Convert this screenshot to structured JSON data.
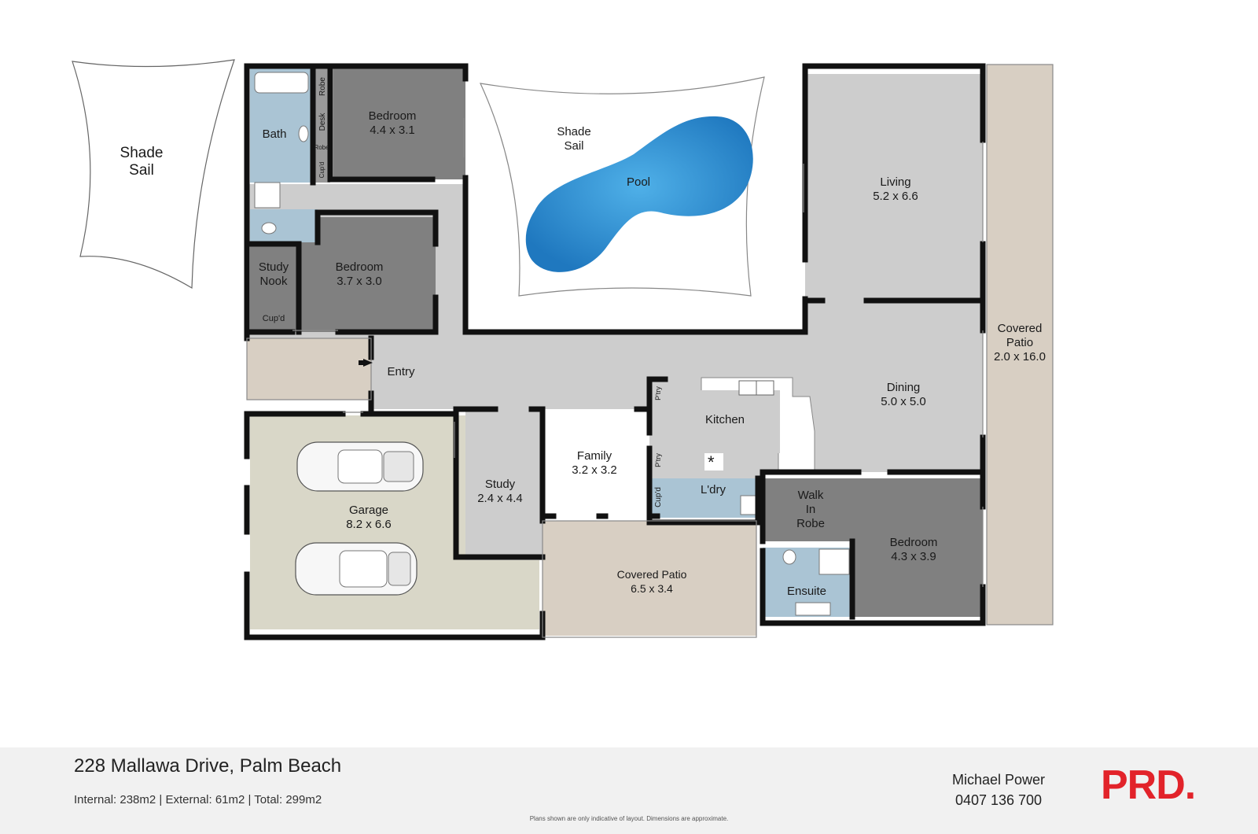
{
  "colors": {
    "wall": "#111111",
    "bedroom": "#808080",
    "living": "#cdcdcd",
    "wet": "#aac4d4",
    "garage": "#d9d7c8",
    "patio": "#d8cfc3",
    "pool": "#2e8fd0",
    "brand": "#e2232a"
  },
  "rooms": {
    "shade_sail_left": "Shade\nSail",
    "shade_sail_pool": "Shade\nSail",
    "pool": "Pool",
    "bath": "Bath",
    "robe_top": "Robe",
    "desk": "Desk",
    "robe_small": "Robe",
    "cupd_top": "Cup'd",
    "bedroom1": {
      "name": "Bedroom",
      "size": "4.4 x 3.1"
    },
    "bedroom2": {
      "name": "Bedroom",
      "size": "3.7 x 3.0"
    },
    "study_nook": "Study\nNook",
    "cupd_nook": "Cup'd",
    "entry": "Entry",
    "living": {
      "name": "Living",
      "size": "5.2 x 6.6"
    },
    "covered_patio_side": {
      "name": "Covered\nPatio",
      "size": "2.0 x 16.0"
    },
    "dining": {
      "name": "Dining",
      "size": "5.0 x 5.0"
    },
    "kitchen": "Kitchen",
    "ptry_top": "P'try",
    "ptry_bottom": "P'try",
    "family": {
      "name": "Family",
      "size": "3.2 x 3.2"
    },
    "study": {
      "name": "Study",
      "size": "2.4 x 4.4"
    },
    "garage": {
      "name": "Garage",
      "size": "8.2 x 6.6"
    },
    "laundry": "L'dry",
    "cupd_laundry": "Cup'd",
    "walk_in_robe": "Walk\nIn\nRobe",
    "bedroom3": {
      "name": "Bedroom",
      "size": "4.3 x 3.9"
    },
    "ensuite": "Ensuite",
    "covered_patio_rear": {
      "name": "Covered Patio",
      "size": "6.5 x 3.4"
    }
  },
  "footer": {
    "address": "228 Mallawa Drive, Palm Beach",
    "areas": "Internal: 238m2 | External: 61m2 | Total: 299m2",
    "agent_name": "Michael Power",
    "agent_phone": "0407 136 700",
    "brand": "PRD.",
    "disclaimer": "Plans shown are only indicative of layout. Dimensions are approximate."
  }
}
